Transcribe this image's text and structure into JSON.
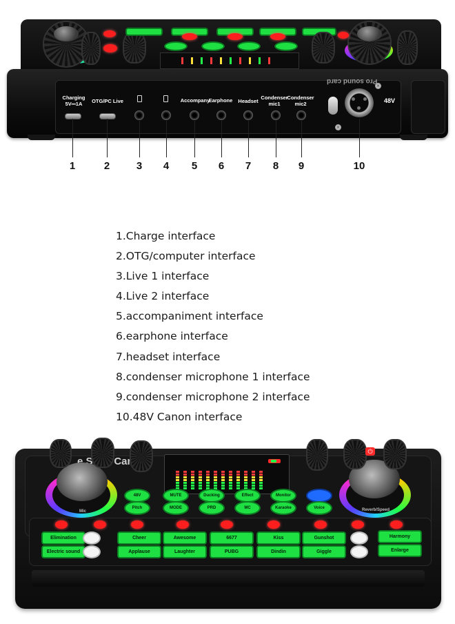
{
  "rear_panel": {
    "brand_text_mirrored": "Pro sound card",
    "ports": [
      {
        "label": "Charging\n5V⎓1A",
        "kind": "usb"
      },
      {
        "label": "OTG/PC Live",
        "kind": "usb"
      },
      {
        "label": "",
        "kind": "jack",
        "icon": "phone-icon"
      },
      {
        "label": "",
        "kind": "jack",
        "icon": "phone-icon"
      },
      {
        "label": "Accompany",
        "kind": "jack"
      },
      {
        "label": "Earphone",
        "kind": "jack"
      },
      {
        "label": "Headset",
        "kind": "jack"
      },
      {
        "label": "Condenser\nmic1",
        "kind": "jack"
      },
      {
        "label": "Condenser\nmic2",
        "kind": "jack"
      },
      {
        "label": "48V",
        "kind": "xlr"
      }
    ],
    "callout_numbers": [
      "1",
      "2",
      "3",
      "4",
      "5",
      "6",
      "7",
      "8",
      "9",
      "10"
    ]
  },
  "interface_list": [
    "1.Charge interface",
    "2.OTG/computer interface",
    "3.Live 1 interface",
    "4.Live 2 interface",
    "5.accompaniment interface",
    "6.earphone interface",
    "7.headset interface",
    "8.condenser microphone 1 interface",
    "9.condenser microphone 2 interface",
    "10.48V Canon interface"
  ],
  "front_panel": {
    "brand_text": "e Sou   Car",
    "knob_labels": [
      "Mic",
      "Reverb/Speed"
    ],
    "top_buttons": [
      "48V",
      "MUTE",
      "Ducking",
      "Effect",
      "Monitor"
    ],
    "mid_buttons": [
      "Pitch",
      "MODE",
      "PRD",
      "MC",
      "Karaoke",
      "Voice Change"
    ],
    "pad_row_top": [
      "Elimination",
      "",
      "Cheer",
      "Awesome",
      "6677",
      "Kiss",
      "Gunshot",
      "",
      "Harmony"
    ],
    "pad_row_bottom": [
      "Electric sound",
      "",
      "Applause",
      "Laughter",
      "PUBG",
      "Dindin",
      "Giggle",
      "",
      "Enlarge"
    ],
    "colors": {
      "button_green": "#1fe043",
      "button_red": "#ff1e1e",
      "button_blue": "#1f6bff",
      "body": "#111111"
    }
  }
}
